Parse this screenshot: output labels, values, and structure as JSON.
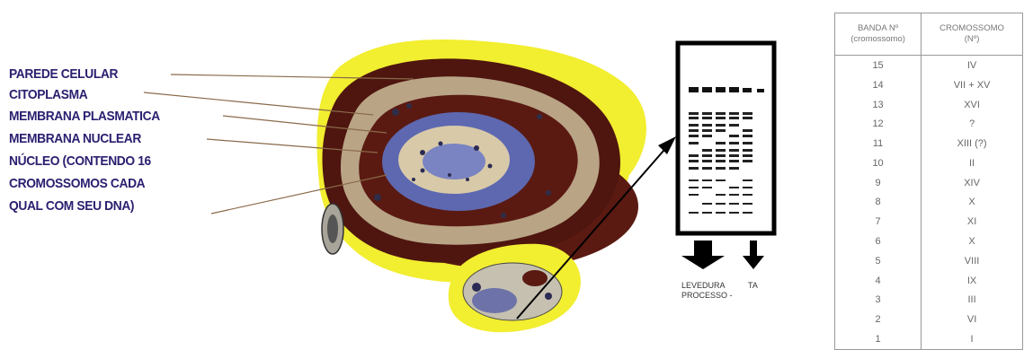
{
  "cell_labels": [
    "PAREDE CELULAR",
    "CITOPLASMA",
    "MEMBRANA PLASMATICA",
    "MEMBRANA NUCLEAR",
    "NÚCLEO (CONTENDO 16",
    "CROMOSSOMOS CADA",
    "QUAL COM SEU DNA)"
  ],
  "gel": {
    "label_left_line1": "LEVEDURA",
    "label_left_line2": "PROCESSO -",
    "label_right": "TA"
  },
  "table": {
    "header_col1_line1": "BANDA Nº",
    "header_col1_line2": "(cromossomo)",
    "header_col2_line1": "CROMOSSOMO",
    "header_col2_line2": "(Nº)",
    "rows": [
      {
        "banda": "15",
        "cromossomo": "IV"
      },
      {
        "banda": "14",
        "cromossomo": "VII + XV"
      },
      {
        "banda": "13",
        "cromossomo": "XVI"
      },
      {
        "banda": "12",
        "cromossomo": "?"
      },
      {
        "banda": "11",
        "cromossomo": "XIII (?)"
      },
      {
        "banda": "10",
        "cromossomo": "II"
      },
      {
        "banda": "9",
        "cromossomo": "XIV"
      },
      {
        "banda": "8",
        "cromossomo": "X"
      },
      {
        "banda": "7",
        "cromossomo": "XI"
      },
      {
        "banda": "6",
        "cromossomo": "X"
      },
      {
        "banda": "5",
        "cromossomo": "VIII"
      },
      {
        "banda": "4",
        "cromossomo": "IX"
      },
      {
        "banda": "3",
        "cromossomo": "III"
      },
      {
        "banda": "2",
        "cromossomo": "VI"
      },
      {
        "banda": "1",
        "cromossomo": "I"
      }
    ]
  },
  "colors": {
    "highlight": "#f2ee30",
    "cell_brown": "#5a1a12",
    "cytoplasm": "#c9b89a",
    "nucleus_blue": "#5d68b0",
    "label_text": "#2a2070"
  }
}
